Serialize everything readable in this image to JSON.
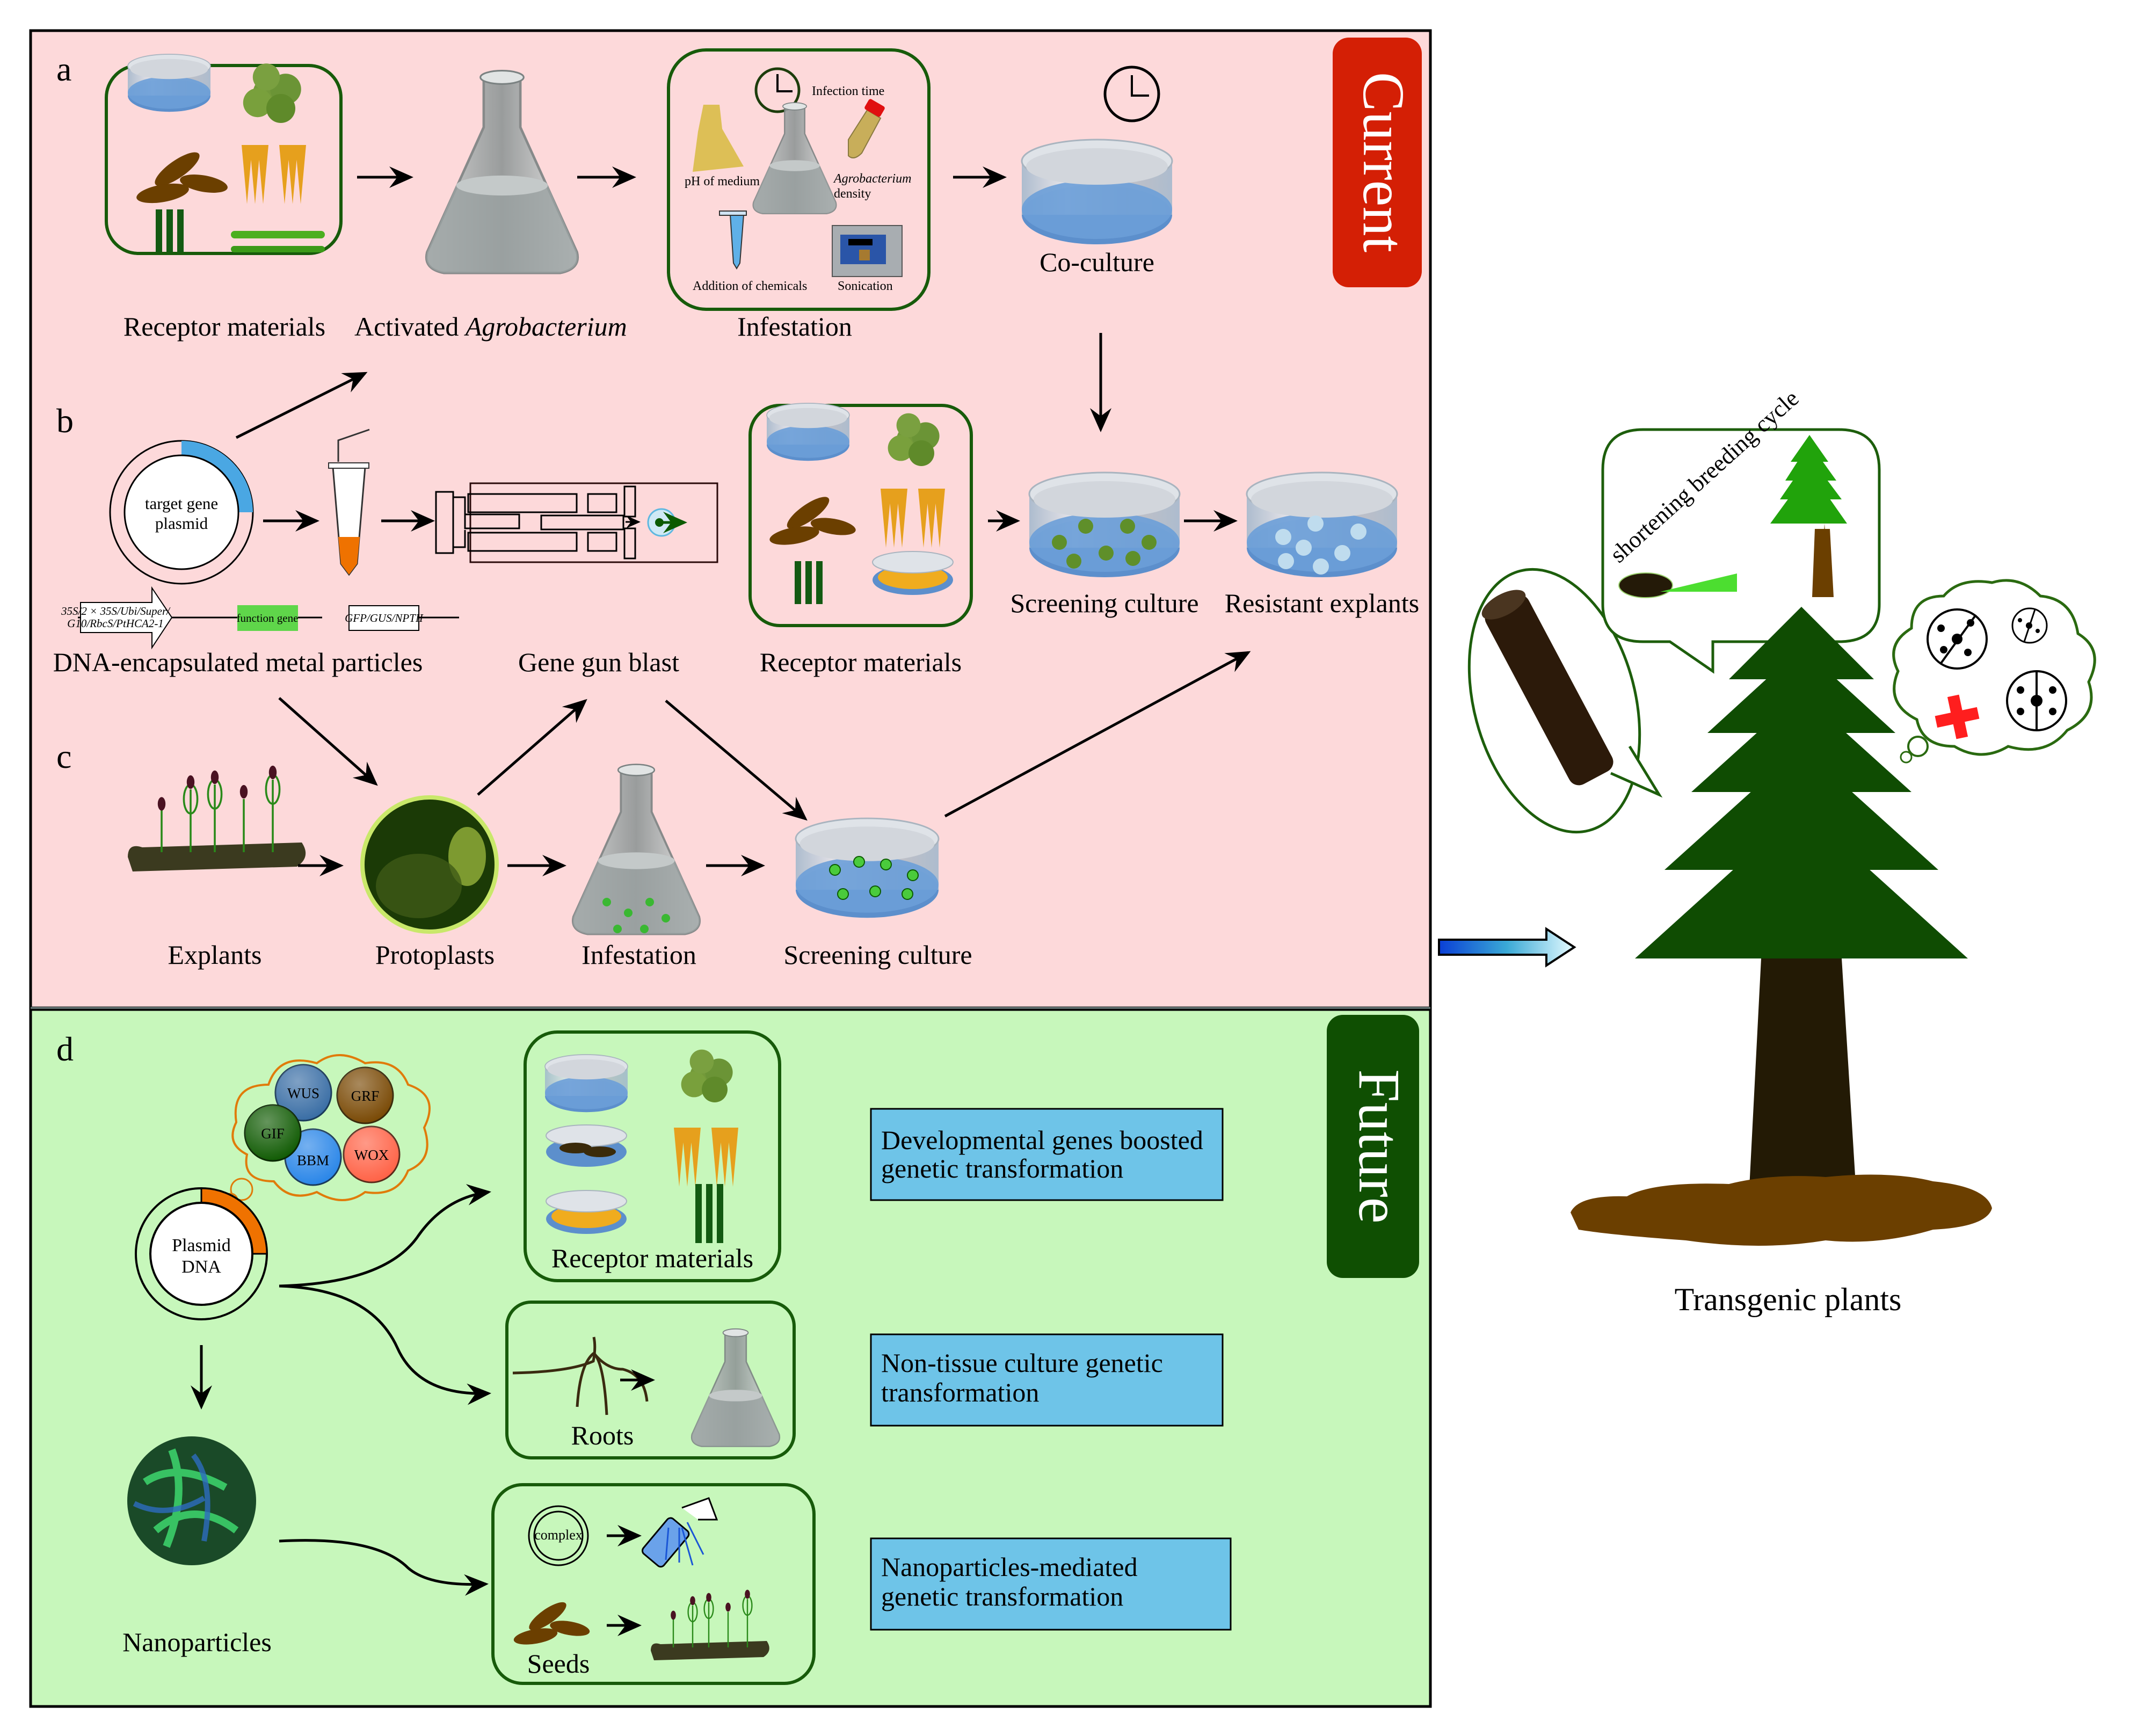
{
  "sections": {
    "current": {
      "tag": "Current",
      "color": "#d41f05",
      "bg": "#fdd9da"
    },
    "future": {
      "tag": "Future",
      "color": "#0f4f02",
      "bg": "#c7f7bb"
    }
  },
  "panel_letters": [
    "a",
    "b",
    "c",
    "d"
  ],
  "panel_a": {
    "receptor_label": "Receptor materials",
    "agro_label_prefix": "Activated ",
    "agro_label_italic": "Agrobacterium",
    "infestation_box": {
      "infection_time": "Infection time",
      "ph": "pH of medium",
      "density_italic": "Agrobacterium",
      "density": "density",
      "chemicals": "Addition of chemicals",
      "sonication": "Sonication"
    },
    "infestation_label": "Infestation",
    "coculture_label": "Co-culture"
  },
  "panel_b": {
    "plasmid_text": [
      "target gene",
      "plasmid"
    ],
    "promoter_text": [
      "35S/2 × 35S/Ubi/Super/",
      "G10/RbcS/PtHCA2-1"
    ],
    "function_gene": "function gene",
    "marker_text": "GFP/GUS/NPTII",
    "dna_label": "DNA-encapsulated metal particles",
    "gene_gun_label": "Gene gun blast",
    "receptor_label": "Receptor materials",
    "screening_label": "Screening culture",
    "resistant_label": "Resistant explants"
  },
  "panel_c": {
    "explants_label": "Explants",
    "protoplasts_label": "Protoplasts",
    "infestation_label": "Infestation",
    "screening_label": "Screening culture"
  },
  "panel_d": {
    "genes": [
      {
        "name": "WUS",
        "color": "#3a6ea5"
      },
      {
        "name": "GRF",
        "color": "#7a4a06"
      },
      {
        "name": "GIF",
        "color": "#125c05"
      },
      {
        "name": "BBM",
        "color": "#2a86e8"
      },
      {
        "name": "WOX",
        "color": "#ff6347"
      }
    ],
    "plasmid_text": [
      "Plasmid",
      "DNA"
    ],
    "receptor_label": "Receptor materials",
    "roots_label": "Roots",
    "nanoparticles_label": "Nanoparticles",
    "complex_label": "complex",
    "seeds_label": "Seeds",
    "methods": [
      {
        "text": [
          "Developmental genes boosted",
          "genetic transformation"
        ]
      },
      {
        "text": [
          "Non-tissue culture genetic",
          "transformation"
        ]
      },
      {
        "text": [
          "Nanoparticles-mediated",
          "genetic transformation"
        ]
      }
    ],
    "method_box_color": "#6ec4e8"
  },
  "outcome": {
    "bubble_text": "shortening breeding cycle",
    "label": "Transgenic plants"
  }
}
